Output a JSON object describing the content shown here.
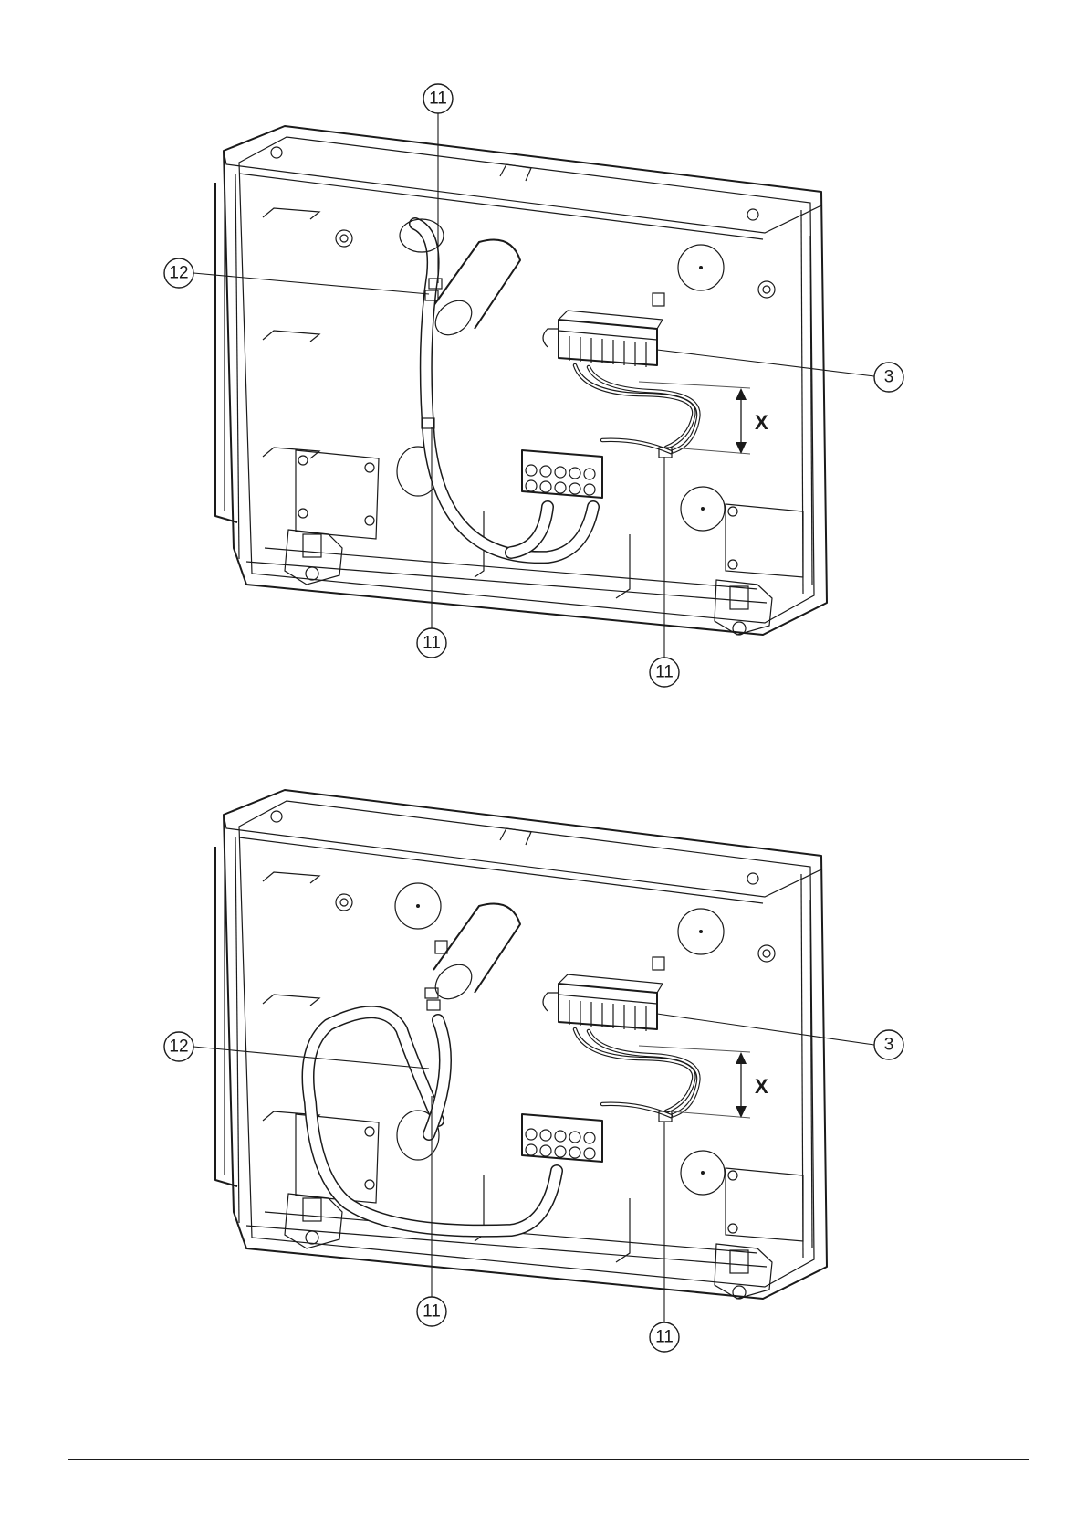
{
  "figure_top": {
    "callouts": {
      "c11_top": "11",
      "c12": "12",
      "c3": "3",
      "c11_bottom_left": "11",
      "c11_bottom_right": "11"
    },
    "dimension_label": "X"
  },
  "figure_bottom": {
    "callouts": {
      "c12": "12",
      "c3": "3",
      "c11_bottom_left": "11",
      "c11_bottom_right": "11"
    },
    "dimension_label": "X"
  }
}
